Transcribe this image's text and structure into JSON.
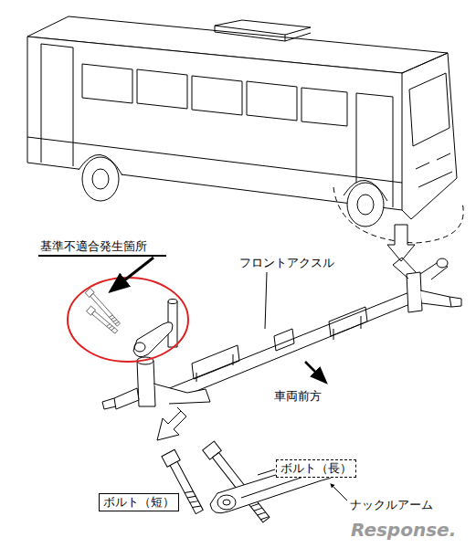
{
  "diagram": {
    "nodes": [
      {
        "text": [
          "ボルト（長）"
        ]
      },
      {
        "text": [
          "ボルト（短）"
        ]
      }
    ],
    "labels": [
      "基準不適合発生箇所",
      "フロントアクスル",
      "車両前方",
      "ナックルアーム",
      "Response."
    ]
  }
}
